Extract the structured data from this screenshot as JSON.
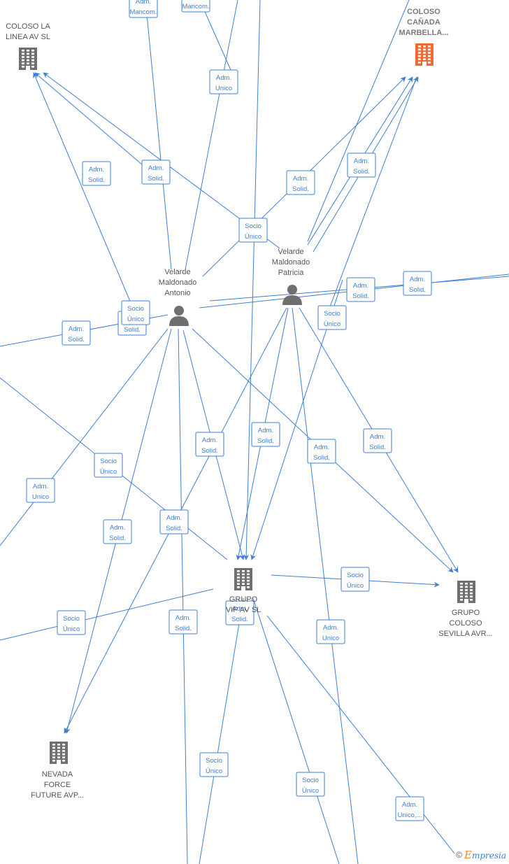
{
  "colors": {
    "edge": "#3d7fd4",
    "company": "#6f6f6f",
    "company_highlight": "#f26a2e",
    "person": "#6f6f6f"
  },
  "nodes": [
    {
      "id": "coloso_linea",
      "kind": "company",
      "icon": "building-icon",
      "lines": [
        "COLOSO LA",
        "LINEA AV  SL"
      ]
    },
    {
      "id": "coloso_canada",
      "kind": "company",
      "icon": "building-icon",
      "highlight": true,
      "lines": [
        "COLOSO",
        "CAÑADA",
        "MARBELLA..."
      ]
    },
    {
      "id": "velarde_antonio",
      "kind": "person",
      "icon": "person-icon",
      "lines": [
        "Velarde",
        "Maldonado",
        "Antonio"
      ]
    },
    {
      "id": "velarde_patricia",
      "kind": "person",
      "icon": "person-icon",
      "lines": [
        "Velarde",
        "Maldonado",
        "Patricia"
      ]
    },
    {
      "id": "grupo_vip",
      "kind": "company",
      "icon": "building-icon",
      "lines": [
        "GRUPO",
        "VIP      AV  SL"
      ]
    },
    {
      "id": "grupo_sevilla",
      "kind": "company",
      "icon": "building-icon",
      "lines": [
        "GRUPO",
        "COLOSO",
        "SEVILLA AVR..."
      ]
    },
    {
      "id": "nevada_force",
      "kind": "company",
      "icon": "building-icon",
      "lines": [
        "NEVADA",
        "FORCE",
        "FUTURE AVP..."
      ]
    }
  ],
  "edge_labels": [
    [
      "Adm.",
      "Mancom."
    ],
    [
      "Adm.",
      "Mancom."
    ],
    [
      "Adm.",
      "Unico"
    ],
    [
      "Adm.",
      "Solid."
    ],
    [
      "Adm.",
      "Solid."
    ],
    [
      "Adm.",
      "Solid."
    ],
    [
      "Adm.",
      "Solid."
    ],
    [
      "Socio",
      "Único"
    ],
    [
      "Adm.",
      "Solid."
    ],
    [
      "Adm.",
      "Solid."
    ],
    [
      "Socio",
      "Único"
    ],
    [
      "Adm.",
      "Solid."
    ],
    [
      "Adm.",
      "Solid."
    ],
    [
      "Socio",
      "Único"
    ],
    [
      "Adm.",
      "Solid."
    ],
    [
      "Adm.",
      "Solid."
    ],
    [
      "Adm.",
      "Solid."
    ],
    [
      "Adm.",
      "Solid."
    ],
    [
      "Socio",
      "Único"
    ],
    [
      "Adm.",
      "Unico"
    ],
    [
      "Adm.",
      "Solid."
    ],
    [
      "Adm.",
      "Solid."
    ],
    [
      "Socio",
      "Único"
    ],
    [
      "Socio",
      "Único"
    ],
    [
      "Adm.",
      "Solid."
    ],
    [
      "Adm.",
      "Solid."
    ],
    [
      "Adm.",
      "Unico"
    ],
    [
      "Socio",
      "Único"
    ],
    [
      "Socio",
      "Único"
    ],
    [
      "Adm.",
      "Unico,..."
    ]
  ],
  "footer": {
    "copyright": "©",
    "brand_initial": "E",
    "brand_rest": "mpresia"
  }
}
